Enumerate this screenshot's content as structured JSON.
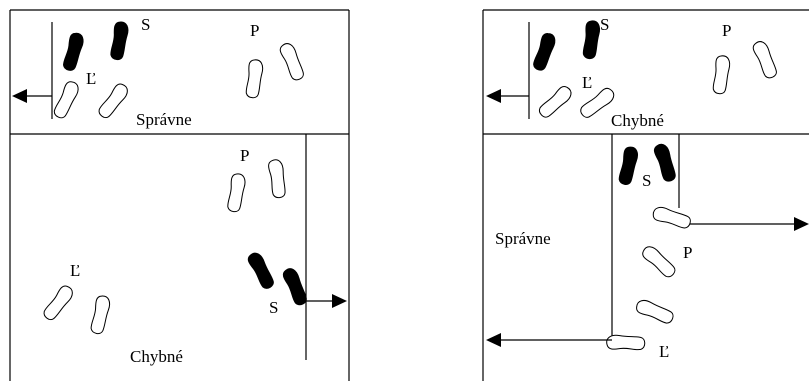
{
  "left_diagram": {
    "top_panel": {
      "label_s": "S",
      "label_p": "P",
      "label_l": "Ľ",
      "caption": "Správne"
    },
    "bottom_panel": {
      "label_p": "P",
      "label_l": "Ľ",
      "label_s": "S",
      "caption": "Chybné"
    }
  },
  "right_diagram": {
    "top_panel": {
      "label_s": "S",
      "label_p": "P",
      "label_l": "Ľ",
      "caption": "Chybné"
    },
    "bottom_panel": {
      "caption": "Správne",
      "label_s": "S",
      "label_p": "P",
      "label_l": "Ľ"
    }
  },
  "colors": {
    "line": "#000000",
    "footprint_filled": "#000000",
    "footprint_outline": "#ffffff"
  }
}
